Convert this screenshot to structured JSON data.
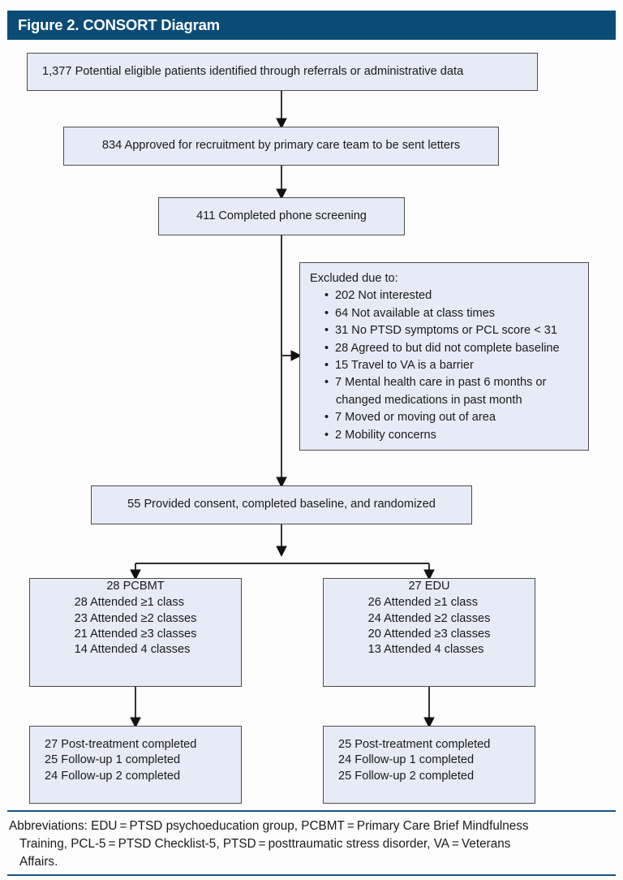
{
  "figure": {
    "title": "Figure 2. CONSORT Diagram",
    "header_color": "#0b4c77",
    "box_fill": "#e7ebf6",
    "box_border": "#4d4d4d",
    "rule_color": "#1b5480"
  },
  "nodes": {
    "identified": {
      "text": "1,377  Potential eligible patients identified through referrals or administrative data"
    },
    "approved": {
      "text": "834 Approved for recruitment by primary care team to be sent letters"
    },
    "screened": {
      "text": "411 Completed phone screening"
    },
    "excluded": {
      "heading": "Excluded due to:",
      "items": [
        {
          "text": "202 Not interested",
          "cont": ""
        },
        {
          "text": "64 Not available at class times",
          "cont": ""
        },
        {
          "text": "31 No PTSD symptoms or PCL score < 31",
          "cont": ""
        },
        {
          "text": "28 Agreed to but did not complete baseline",
          "cont": ""
        },
        {
          "text": "15 Travel to VA is a barrier",
          "cont": ""
        },
        {
          "text": "7 Mental health care in past 6 months or",
          "cont": "changed medications in past month"
        },
        {
          "text": "7 Moved or moving out of area",
          "cont": ""
        },
        {
          "text": "2 Mobility concerns",
          "cont": ""
        }
      ]
    },
    "randomized": {
      "text": "55 Provided consent, completed baseline, and randomized"
    },
    "arm_pcbmt": {
      "title": "28 PCBMT",
      "lines": [
        "28 Attended ≥1 class",
        "23 Attended ≥2 classes",
        "21 Attended ≥3 classes",
        "14 Attended 4 classes"
      ]
    },
    "arm_edu": {
      "title": "27 EDU",
      "lines": [
        "26 Attended ≥1 class",
        "24 Attended ≥2 classes",
        "20 Attended ≥3 classes",
        "13 Attended 4 classes"
      ]
    },
    "followup_pcbmt": {
      "lines": [
        "27 Post-treatment completed",
        "25 Follow-up 1 completed",
        "24 Follow-up 2 completed"
      ]
    },
    "followup_edu": {
      "lines": [
        "25 Post-treatment completed",
        "24 Follow-up 1 completed",
        "25 Follow-up 2 completed"
      ]
    }
  },
  "footnote": {
    "line1": "Abbreviations: EDU = PTSD psychoeducation group, PCBMT = Primary Care Brief Mindfulness",
    "line2": "Training, PCL-5 = PTSD Checklist-5, PTSD = posttraumatic stress disorder, VA = Veterans",
    "line3": "Affairs."
  }
}
